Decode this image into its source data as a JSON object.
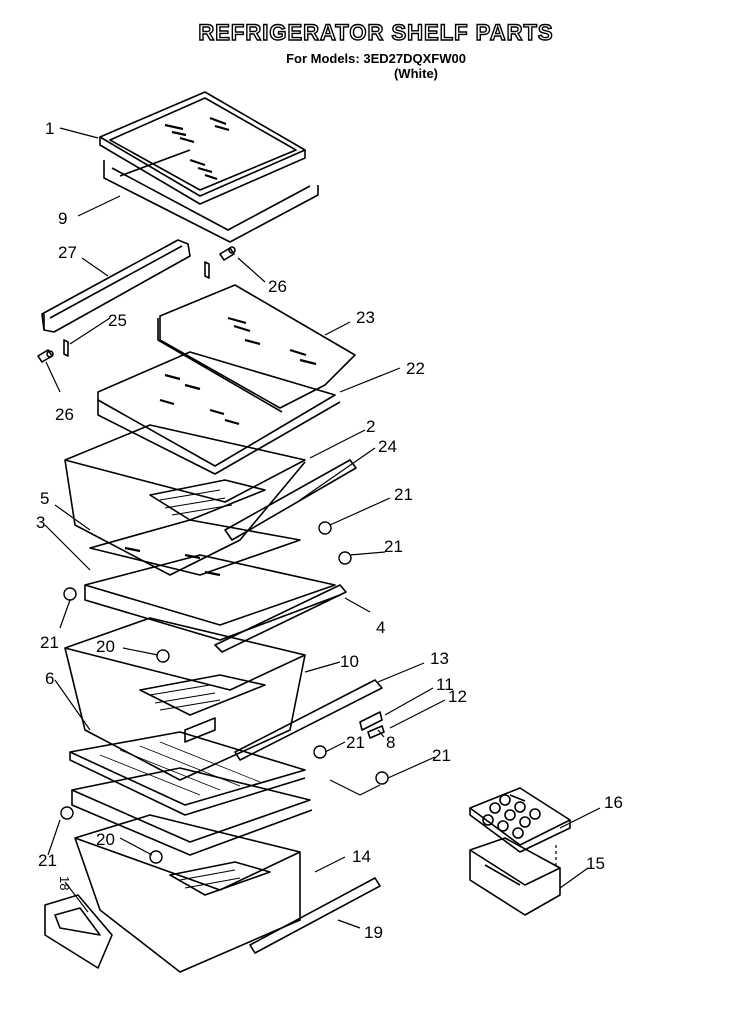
{
  "header": {
    "title": "REFRIGERATOR SHELF PARTS",
    "models_line": "For Models: 3ED27DQXFW00",
    "color_line": "(White)"
  },
  "callouts": [
    "1",
    "9",
    "27",
    "26",
    "25",
    "26",
    "23",
    "22",
    "2",
    "24",
    "21",
    "5",
    "3",
    "21",
    "21",
    "4",
    "20",
    "10",
    "13",
    "11",
    "12",
    "6",
    "21",
    "8",
    "21",
    "16",
    "15",
    "20",
    "14",
    "21",
    "18",
    "19"
  ]
}
